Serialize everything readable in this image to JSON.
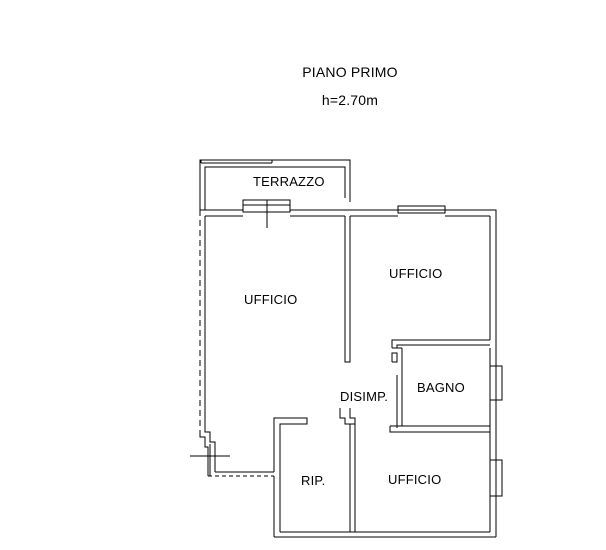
{
  "plan": {
    "floor_label": "PIANO PRIMO",
    "height_label": "h=2.70m",
    "colors": {
      "wall": "#000000",
      "background": "#ffffff"
    },
    "rooms": {
      "terrazzo": "TERRAZZO",
      "ufficio_main": "UFFICIO",
      "ufficio_top_right": "UFFICIO",
      "bagno": "BAGNO",
      "disimp": "DISIMP.",
      "rip": "RIP.",
      "ufficio_bottom_right": "UFFICIO"
    }
  }
}
